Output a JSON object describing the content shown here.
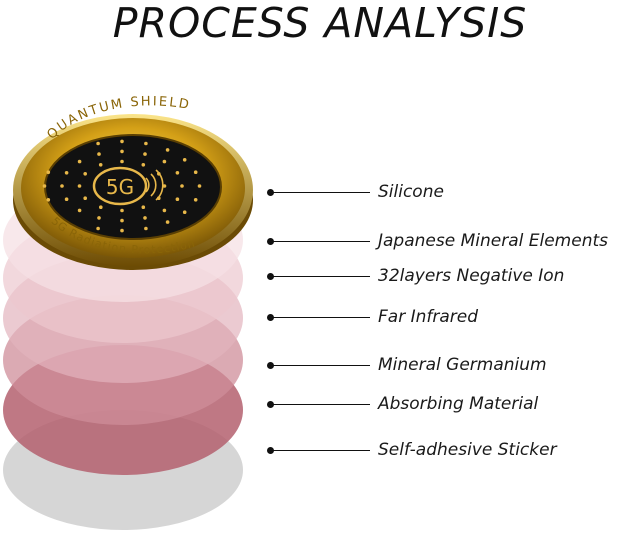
{
  "title": "PROCESS ANALYSIS",
  "badge": {
    "ring_top_text": "QUANTUM SHIELD",
    "ring_bottom_text": "5G Radiation Protection",
    "center_text": "5G"
  },
  "layers": [
    {
      "label": "Silicone",
      "color": "#d4a017"
    },
    {
      "label": "Japanese Mineral Elements",
      "color": "#f6e4e7"
    },
    {
      "label": "32layers Negative Ion",
      "color": "#eed2d8"
    },
    {
      "label": "Far Infrared",
      "color": "#e4bcc4"
    },
    {
      "label": "Mineral Germanium",
      "color": "#d7a0ab"
    },
    {
      "label": "Absorbing Material",
      "color": "#b4606f"
    },
    {
      "label": "Self-adhesive Sticker",
      "color": "#d9d9d9"
    }
  ],
  "colors": {
    "gold": "#d4a017",
    "gold_dark": "#8a6508",
    "badge_center": "#111111",
    "badge_dots": "#e8b84a",
    "sticker_grey": "#d6d6d6"
  }
}
